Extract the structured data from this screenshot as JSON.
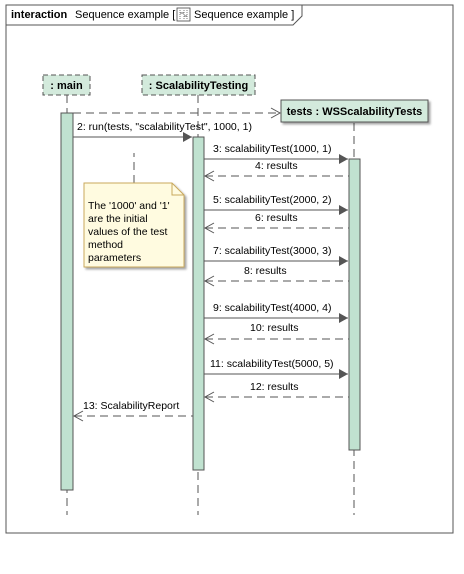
{
  "frame": {
    "keyword": "interaction",
    "title": "Sequence example [",
    "title_ref": "Sequence example ]",
    "icon": "sequence-diagram-icon"
  },
  "lifelines": [
    {
      "id": "main",
      "label": ": main"
    },
    {
      "id": "st",
      "label": ": ScalabilityTesting"
    },
    {
      "id": "tests",
      "label": "tests : WSScalabilityTests"
    }
  ],
  "messages": [
    {
      "label": "2: run(tests, \"scalabilityTest\", 1000, 1)"
    },
    {
      "label": "3: scalabilityTest(1000, 1)"
    },
    {
      "label": "4: results"
    },
    {
      "label": "5: scalabilityTest(2000, 2)"
    },
    {
      "label": "6: results"
    },
    {
      "label": "7: scalabilityTest(3000, 3)"
    },
    {
      "label": "8: results"
    },
    {
      "label": "9: scalabilityTest(4000, 4)"
    },
    {
      "label": "10: results"
    },
    {
      "label": "11: scalabilityTest(5000, 5)"
    },
    {
      "label": "12: results"
    },
    {
      "label": "13: ScalabilityReport"
    }
  ],
  "note": {
    "lines": [
      "The '1000' and '1'",
      "are the initial",
      "values of the test",
      "method",
      "parameters"
    ]
  },
  "colors": {
    "lifeline_head": "#d3eadc",
    "activation": "#c0e2d0",
    "note_fill": "#fffbe0",
    "note_border": "#c9a85c"
  }
}
